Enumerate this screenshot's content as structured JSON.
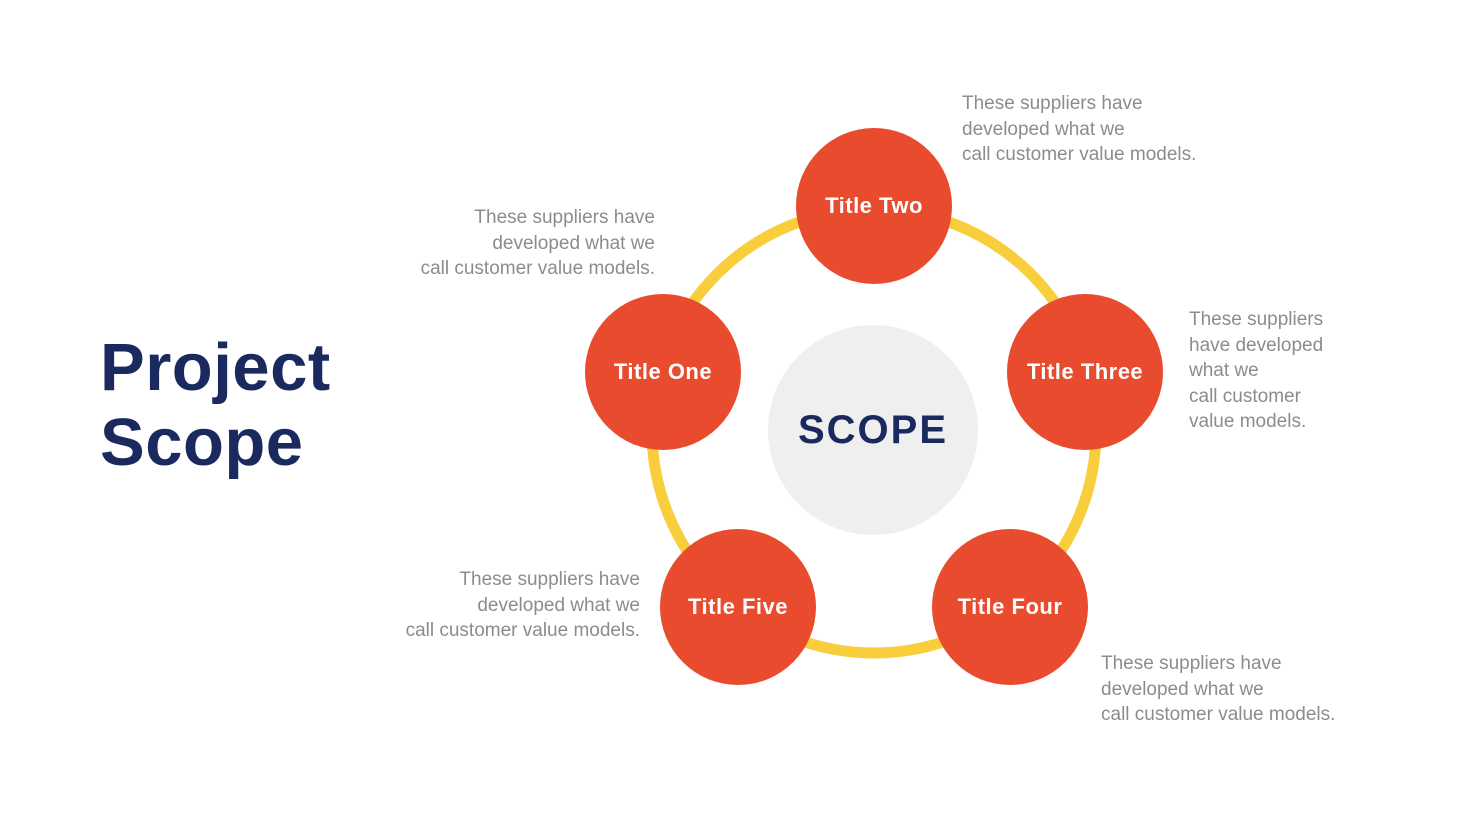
{
  "slide": {
    "title": "Project Scope",
    "title_color": "#1B2A5E",
    "background_color": "#FFFFFF"
  },
  "diagram": {
    "center": {
      "label": "SCOPE",
      "fill_color": "#EFEFEF",
      "text_color": "#1B2A5E"
    },
    "ring_color": "#F9CE3C",
    "node_fill_color": "#E84B2D",
    "node_text_color": "#FFFFFF",
    "description_text_color": "#8C8C8C",
    "nodes": [
      {
        "title": "Title One",
        "description": "These suppliers have\ndeveloped what we\ncall customer value models."
      },
      {
        "title": "Title Two",
        "description": "These suppliers have\ndeveloped what we\ncall customer value models."
      },
      {
        "title": "Title Three",
        "description": "These suppliers\nhave developed\nwhat we\ncall customer\nvalue models."
      },
      {
        "title": "Title Four",
        "description": "These suppliers have\ndeveloped what we\ncall customer value models."
      },
      {
        "title": "Title Five",
        "description": "These suppliers have\ndeveloped what we\ncall customer value models."
      }
    ]
  }
}
